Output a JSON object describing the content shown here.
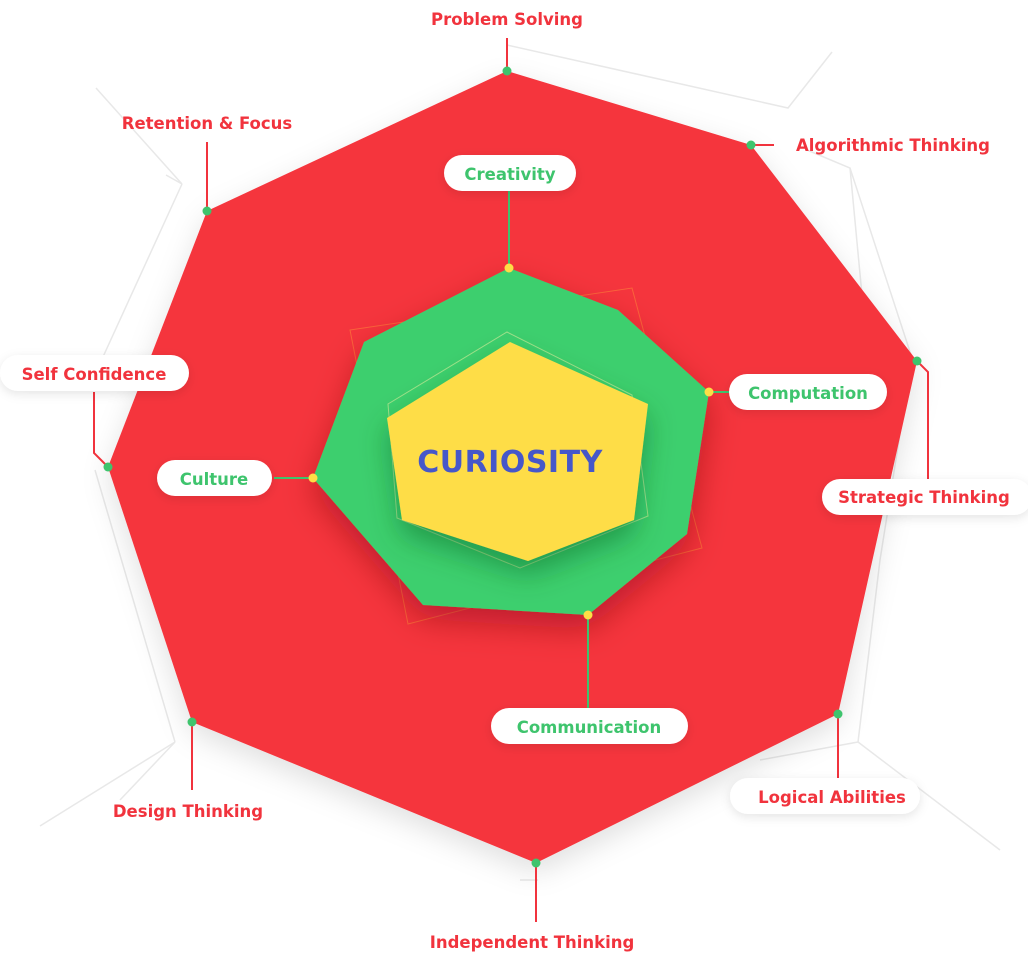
{
  "outer_skills": [
    "Problem Solving",
    "Algorithmic Thinking",
    "Strategic Thinking",
    "Logical Abilities",
    "Independent Thinking",
    "Design Thinking",
    "Self Confidence",
    "Retention & Focus"
  ],
  "inner_skills": [
    "Creativity",
    "Computation",
    "Communication",
    "Culture"
  ],
  "center_label": "CURIOSITY",
  "colors": {
    "outer_fill": "#f5343d",
    "outer_text": "#f1333d",
    "inner_fill": "#3ecf6e",
    "inner_text": "#3ec46d",
    "core_fill": "#fedd46",
    "core_text": "#4657c9",
    "pill_bg": "#ffffff",
    "grid_line": "#e8e8e8",
    "outer_dot": "#3ec46d",
    "inner_dot": "#fedd46"
  }
}
